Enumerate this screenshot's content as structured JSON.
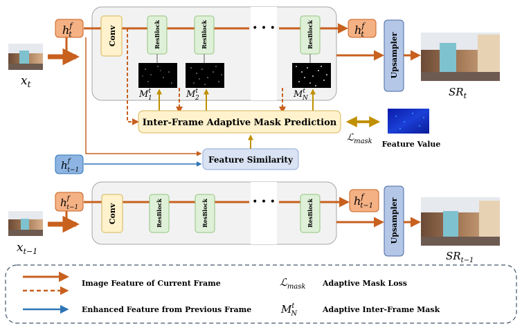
{
  "colors": {
    "orange": "#c8601e",
    "orange_fill": "#f4b184",
    "orange_stroke": "#c8601e",
    "blue_arrow": "#2e75b6",
    "blue_fill": "#8db4e2",
    "blue_stroke": "#2e75b6",
    "upsampler_fill": "#b4c7e7",
    "upsampler_stroke": "#4a6aa5",
    "resblock_fill": "#dff0d8",
    "resblock_stroke": "#93c47d",
    "conv_fill": "#fff2cc",
    "conv_stroke": "#d6b656",
    "amp_fill": "#fff2cc",
    "amp_stroke": "#d6b656",
    "fs_fill": "#dae3f3",
    "fs_stroke": "#8faadc",
    "gold_arrow": "#c09000",
    "panel_fill": "#f2f2f2",
    "panel_stroke": "#a6a6a6"
  },
  "top": {
    "input_label_main": "x",
    "input_label_sub": "t",
    "hidden_in": {
      "main": "h",
      "sup": "f",
      "sub": "t"
    },
    "hidden_out": {
      "main": "h",
      "sup": "f",
      "sub": "t"
    },
    "conv": "Conv",
    "resblocks": [
      "ResBlock",
      "ResBlock",
      "ResBlock"
    ],
    "dots": "• • •",
    "masks": [
      {
        "main": "M",
        "sup": "t",
        "sub": "1"
      },
      {
        "main": "M",
        "sup": "t",
        "sub": "2"
      },
      {
        "main": "M",
        "sup": "t",
        "sub": "N"
      }
    ],
    "upsampler": "Upsampler",
    "output_label": {
      "main": "SR",
      "sub": "t"
    }
  },
  "middle": {
    "amp": "Inter-Frame Adaptive Mask Prediction",
    "feature_similarity": "Feature Similarity",
    "prev_hidden": {
      "main": "h",
      "sup": "f",
      "sub": "t−1"
    },
    "loss": {
      "main": "ℒ",
      "sub": "mask"
    },
    "feature_value": "Feature Value"
  },
  "bottom": {
    "input_label_main": "x",
    "input_label_sub": "t−1",
    "hidden_in": {
      "main": "h",
      "sup": "f",
      "sub": "t−1"
    },
    "hidden_out": {
      "main": "h",
      "sup": "f",
      "sub": "t−1"
    },
    "conv": "Conv",
    "resblocks": [
      "ResBlock",
      "ResBlock",
      "ResBlock"
    ],
    "dots": "• • •",
    "upsampler": "Upsampler",
    "output_label": {
      "main": "SR",
      "sub": "t−1"
    }
  },
  "legend": {
    "item1": "Image Feature of Current Frame",
    "item2": "Enhanced Feature from Previous Frame",
    "item3_symbol": {
      "main": "ℒ",
      "sub": "mask"
    },
    "item3": "Adaptive Mask Loss",
    "item4_symbol": {
      "main": "M",
      "sup": "t",
      "sub": "N"
    },
    "item4": "Adaptive Inter-Frame Mask"
  }
}
